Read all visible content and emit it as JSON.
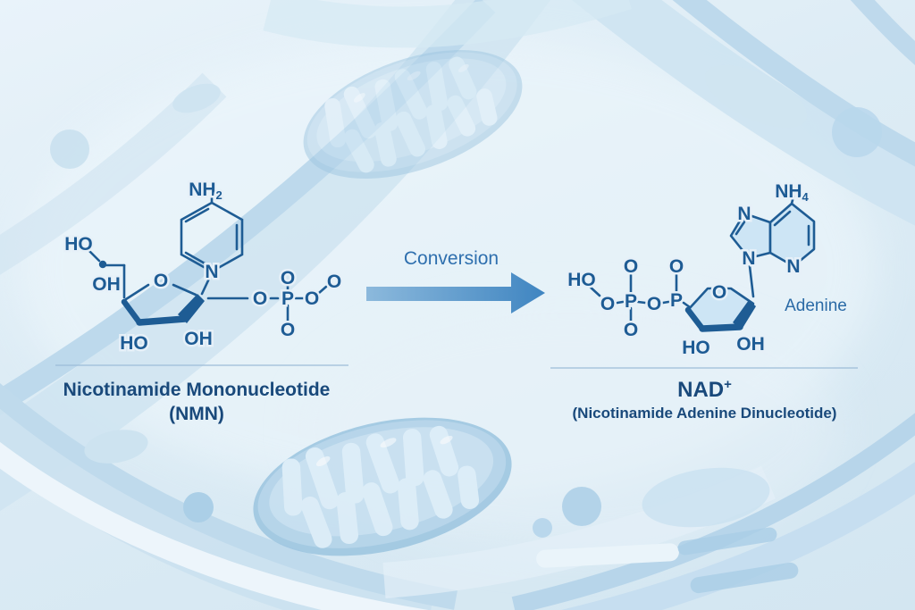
{
  "conversion": {
    "label": "Conversion"
  },
  "nmn": {
    "title": "Nicotinamide Mononucleotide",
    "subtitle": "(NMN)",
    "amine": {
      "main": "NH",
      "sub": "2"
    },
    "atoms": {
      "n_ring": "N",
      "ho_top": "HO",
      "oh_mid": "OH",
      "ring_o": "O",
      "ho_bot": "HO",
      "oh_bot": "OH",
      "o_link": "O",
      "p": "P",
      "o_up": "O",
      "o_down": "O",
      "o_right": "O",
      "o_far": "O"
    }
  },
  "nad": {
    "title": "NAD",
    "title_sup": "+",
    "subtitle": "(Nicotinamide Adenine Dinucleotide)",
    "adenine_caption": "Adenine",
    "amine": {
      "main": "NH",
      "sub": "4"
    },
    "atoms": {
      "n1": "N",
      "n2": "N",
      "n3": "N",
      "ho_left": "HO",
      "o1": "O",
      "p1": "P",
      "o1_up": "O",
      "o1_down": "O",
      "o2": "O",
      "p2": "P",
      "o2_up": "O",
      "ring_o": "O",
      "ho_bot": "HO",
      "oh_bot": "OH"
    }
  },
  "colors": {
    "structure_line": "#1e5c94",
    "ring_fill": "#cde5f5",
    "title_text": "#19497b",
    "conversion_text": "#2e6fae",
    "arrow_start": "#8cb9dc",
    "arrow_end": "#3f85c1",
    "background_light": "#e9f3fa",
    "background_mid": "#d3e6f1",
    "membrane_band": "#bdd9ec"
  }
}
